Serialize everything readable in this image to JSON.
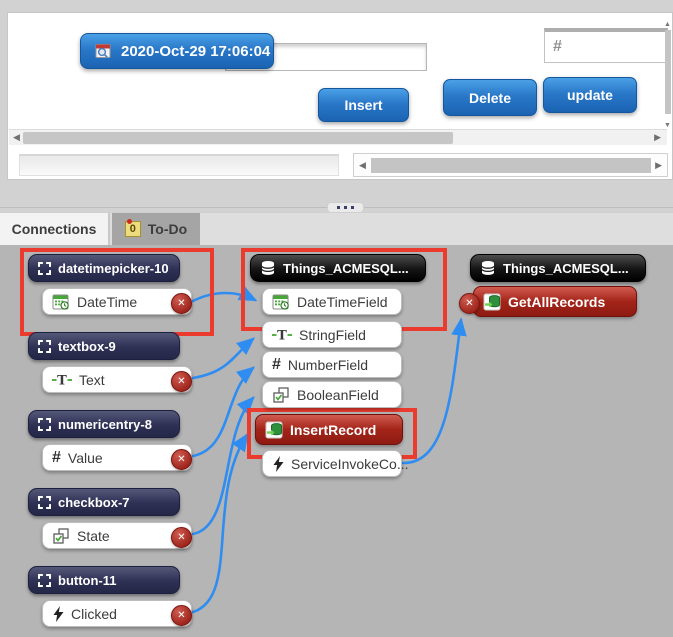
{
  "form": {
    "datetime_value": "2020-Oct-29 17:06:04",
    "text_value": "",
    "number_placeholder": "#",
    "buttons": {
      "insert": "Insert",
      "delete": "Delete",
      "update": "update"
    }
  },
  "tabs": {
    "connections": "Connections",
    "todo": "To-Do",
    "todo_count": "0"
  },
  "diagram": {
    "widgets": [
      {
        "id": "datetimepicker-10",
        "label": "datetimepicker-10",
        "property": "DateTime",
        "icon": "calendar-icon",
        "highlighted": true
      },
      {
        "id": "textbox-9",
        "label": "textbox-9",
        "property": "Text",
        "icon": "text-icon",
        "highlighted": false
      },
      {
        "id": "numericentry-8",
        "label": "numericentry-8",
        "property": "Value",
        "icon": "number-icon",
        "highlighted": false
      },
      {
        "id": "checkbox-7",
        "label": "checkbox-7",
        "property": "State",
        "icon": "checkbox-icon",
        "highlighted": false
      },
      {
        "id": "button-11",
        "label": "button-11",
        "property": "Clicked",
        "icon": "lightning-icon",
        "highlighted": false
      }
    ],
    "insert_service": {
      "entity": "Things_ACMESQL...",
      "fields": [
        {
          "label": "DateTimeField",
          "icon": "calendar-icon",
          "highlighted": true
        },
        {
          "label": "StringField",
          "icon": "text-icon",
          "highlighted": false
        },
        {
          "label": "NumberField",
          "icon": "number-icon",
          "highlighted": false
        },
        {
          "label": "BooleanField",
          "icon": "checkbox-icon",
          "highlighted": false
        }
      ],
      "service": {
        "label": "InsertRecord",
        "icon": "service-icon",
        "highlighted": true
      },
      "event": {
        "label": "ServiceInvokeCo...",
        "icon": "lightning-icon"
      }
    },
    "getall_service": {
      "entity": "Things_ACMESQL...",
      "service": {
        "label": "GetAllRecords",
        "icon": "service-icon"
      }
    },
    "connections": [
      {
        "from": "datetimepicker-10.DateTime",
        "to": "InsertRecord.DateTimeField",
        "wire": "wire-datetime-to-datetimefield"
      },
      {
        "from": "textbox-9.Text",
        "to": "InsertRecord.StringField",
        "wire": "wire-text-to-stringfield"
      },
      {
        "from": "numericentry-8.Value",
        "to": "InsertRecord.NumberField",
        "wire": "wire-value-to-numberfield"
      },
      {
        "from": "checkbox-7.State",
        "to": "InsertRecord.BooleanField",
        "wire": "wire-clicked-to-insertrecord-field"
      },
      {
        "from": "button-11.Clicked",
        "to": "InsertRecord",
        "wire": "wire-clicked-to-insertrecord"
      },
      {
        "from": "InsertRecord.ServiceInvokeComplete",
        "to": "GetAllRecords",
        "wire": "wire-serviceinvoke-to-getallrecords"
      }
    ],
    "colors": {
      "wire": "#2f8df2",
      "highlight": "#ea3b2e",
      "service_red": "#a42419",
      "header_navy": "#2e3054",
      "header_black": "#141414",
      "canvas_gray": "#b5b5b5"
    }
  }
}
